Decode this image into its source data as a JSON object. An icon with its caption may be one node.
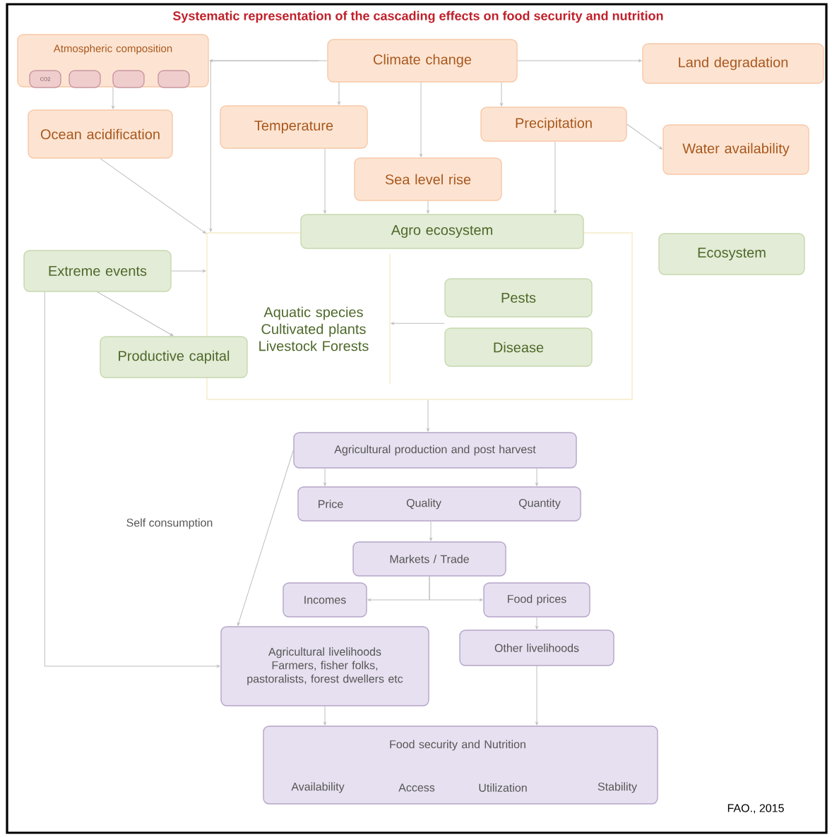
{
  "diagram": {
    "title": "Systematic representation of the cascading effects on food security and nutrition",
    "nodes": [
      {
        "text": [
          "Atmospheric composition"
        ]
      },
      {
        "text": [
          "CO2"
        ],
        "in": 0
      },
      {
        "text": [],
        "shape": "box",
        "in": 0
      },
      {
        "text": [],
        "shape": "box",
        "in": 0
      },
      {
        "text": [],
        "shape": "box",
        "in": 0
      },
      {
        "text": [
          "Climate change"
        ]
      },
      {
        "text": [
          "Land degradation"
        ]
      },
      {
        "text": [
          "Ocean acidification"
        ]
      },
      {
        "text": [
          "Temperature"
        ]
      },
      {
        "text": [
          "Precipitation"
        ]
      },
      {
        "text": [
          "Water availability"
        ]
      },
      {
        "text": [
          "Sea level rise"
        ]
      },
      {
        "text": [
          "Agro ecosystem"
        ]
      },
      {
        "text": [],
        "shape": "box"
      },
      {
        "text": [
          "Ecosystem"
        ]
      },
      {
        "text": [
          "Extreme events"
        ]
      },
      {
        "text": [
          "Pests"
        ],
        "in": 13
      },
      {
        "text": [
          "Disease"
        ],
        "in": 13
      },
      {
        "text": [
          "Productive capital"
        ]
      },
      {
        "text": [
          "Agricultural production and post harvest"
        ]
      },
      {
        "text": [
          "Price",
          "Quality",
          "Quantity"
        ]
      },
      {
        "text": [
          "Markets / Trade"
        ]
      },
      {
        "text": [
          "Incomes"
        ]
      },
      {
        "text": [
          "Food prices"
        ]
      },
      {
        "text": [
          "Agricultural livelihoods",
          "Farmers, fisher folks, pastoralists, forest dwellers etc"
        ]
      },
      {
        "text": [
          "Other livelihoods"
        ]
      },
      {
        "text": [
          "Food security and Nutrition",
          "Availability",
          "Access",
          "Utilization",
          "Stability"
        ]
      },
      {
        "text": [
          "Aquatic species Cultivated plants Livestock Forests"
        ],
        "in": 13
      }
    ],
    "edges": [
      {
        "from": 5,
        "to": 0,
        "arrow": "to"
      },
      {
        "from": 5,
        "to": 6,
        "arrow": "to"
      },
      {
        "from": 5,
        "to": 8,
        "arrow": "to"
      },
      {
        "from": 5,
        "to": 11,
        "arrow": "to"
      },
      {
        "from": 5,
        "to": 9,
        "arrow": "to"
      },
      {
        "from": 0,
        "to": 7,
        "arrow": "to"
      },
      {
        "from": 9,
        "to": 10,
        "arrow": "to"
      },
      {
        "from": 7,
        "to": 13,
        "arrow": "to"
      },
      {
        "from": 5,
        "to": 13,
        "arrow": "to"
      },
      {
        "from": 8,
        "to": 12,
        "arrow": "to"
      },
      {
        "from": 11,
        "to": 12,
        "arrow": "to"
      },
      {
        "from": 9,
        "to": 12,
        "arrow": "to"
      },
      {
        "from": 15,
        "to": 13,
        "arrow": "to"
      },
      {
        "from": 15,
        "to": 18,
        "arrow": "to"
      },
      {
        "from": 17,
        "to": 27,
        "arrow": "to"
      },
      {
        "from": 13,
        "to": 19,
        "arrow": "to"
      },
      {
        "from": 19,
        "to": 20,
        "arrow": "to"
      },
      {
        "from": 19,
        "to": 20,
        "arrow": "to"
      },
      {
        "from": 20,
        "to": 21,
        "arrow": "to"
      },
      {
        "from": 21,
        "to": 22,
        "arrow": "to"
      },
      {
        "from": 21,
        "to": 23,
        "arrow": "to"
      },
      {
        "from": 23,
        "to": 25,
        "arrow": "to"
      },
      {
        "from": 25,
        "to": 26,
        "arrow": "to"
      },
      {
        "from": 24,
        "to": 26,
        "arrow": "to"
      },
      {
        "from": 19,
        "to": 24,
        "arrow": "to"
      },
      {
        "from": 15,
        "to": 24,
        "arrow": "to"
      }
    ],
    "labels": [
      "Self consumption",
      "FAO., 2015"
    ]
  }
}
